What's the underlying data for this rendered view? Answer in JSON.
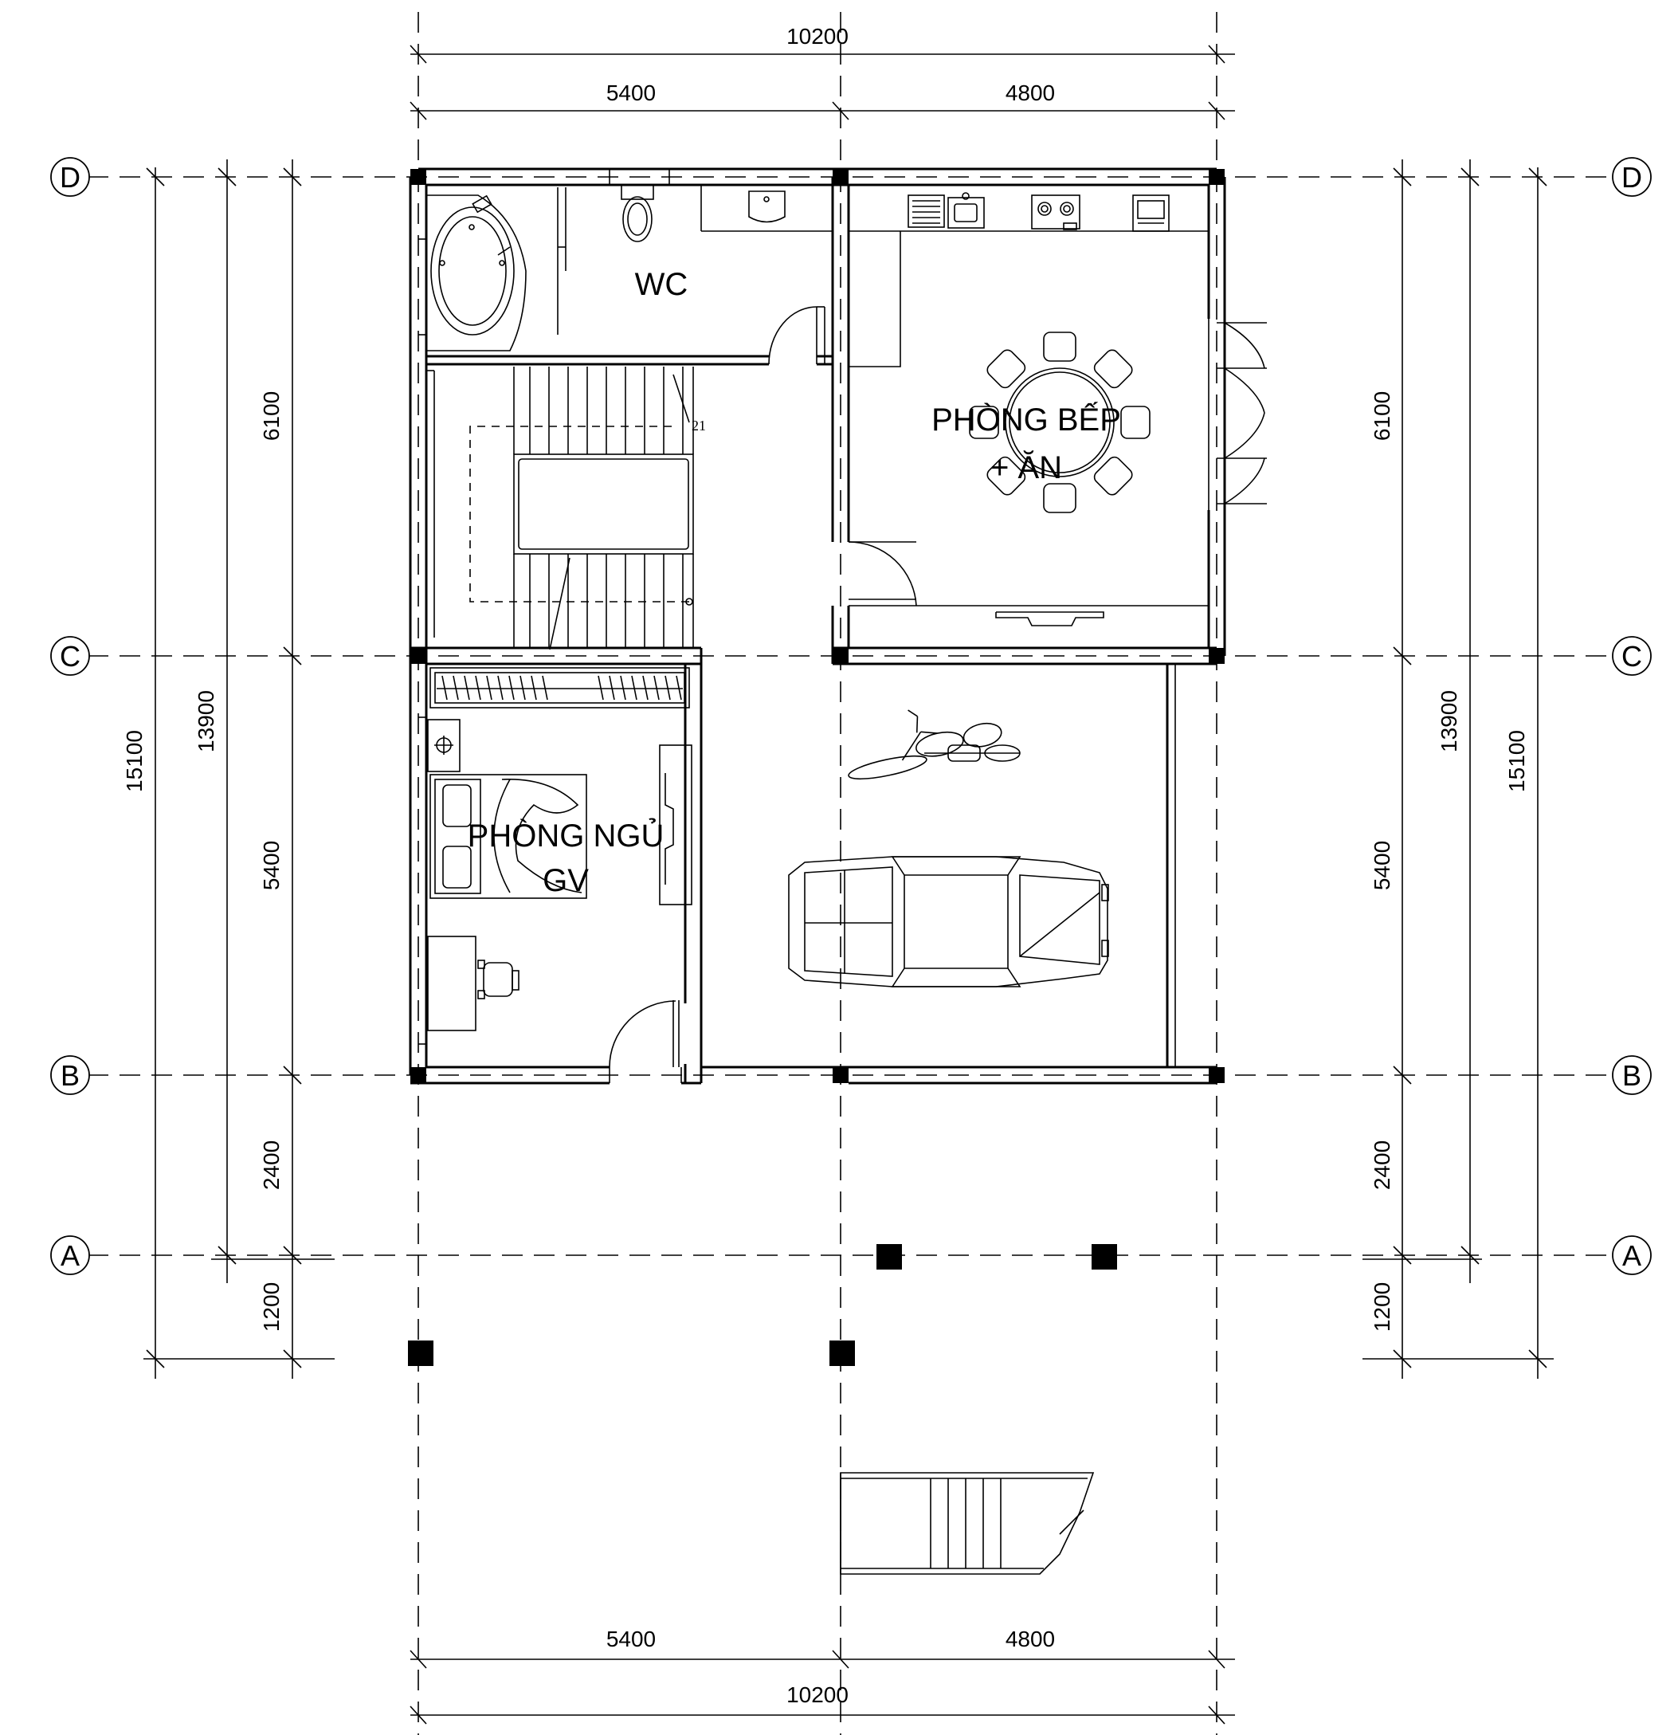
{
  "grid_labels": {
    "a": "A",
    "b": "B",
    "c": "C",
    "d": "D"
  },
  "dims": {
    "top_total": "10200",
    "top_left": "5400",
    "top_right": "4800",
    "bottom_left": "5400",
    "bottom_right": "4800",
    "bottom_total": "10200",
    "left_dc": "6100",
    "left_cb": "5400",
    "left_ba": "2400",
    "left_a_end": "1200",
    "left_mid_total": "13900",
    "left_outer_total": "15100",
    "right_dc": "6100",
    "right_cb": "5400",
    "right_ba": "2400",
    "right_a_end": "1200",
    "right_mid_total": "13900",
    "right_outer_total": "15100"
  },
  "rooms": {
    "wc": "WC",
    "kitchen_line1": "PHÒNG BẾP",
    "kitchen_line2": "+ ĂN",
    "bedroom_line1": "PHÒNG NGỦ",
    "bedroom_line2": "GV"
  },
  "stair_step_count": "21"
}
